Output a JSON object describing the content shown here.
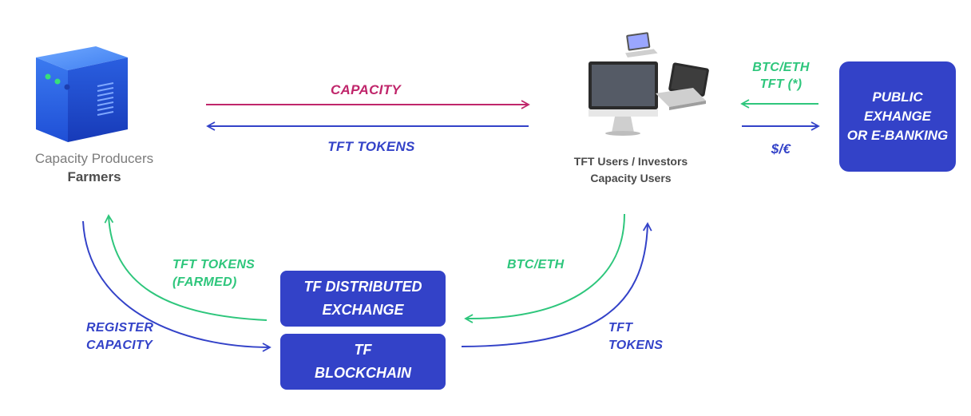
{
  "producer": {
    "title": "Capacity Producers",
    "subtitle": "Farmers"
  },
  "users": {
    "title": "TFT Users / Investors",
    "subtitle": "Capacity Users"
  },
  "public_exchange": {
    "line1": "PUBLIC",
    "line2": "EXHANGE",
    "line3": "OR E-BANKING"
  },
  "dex_box": {
    "line1": "TF DISTRIBUTED",
    "line2": "EXCHANGE"
  },
  "chain_box": {
    "line1": "TF",
    "line2": "BLOCKCHAIN"
  },
  "flows": {
    "capacity": "CAPACITY",
    "tft_tokens_top": "TFT TOKENS",
    "btc_eth_tft_1": "BTC/ETH",
    "btc_eth_tft_2": "TFT (*)",
    "fiat": "$/€",
    "tft_farmed_1": "TFT TOKENS",
    "tft_farmed_2": "(FARMED)",
    "register_1": "REGISTER",
    "register_2": "CAPACITY",
    "btc_eth_low": "BTC/ETH",
    "tft_tokens_low_1": "TFT",
    "tft_tokens_low_2": "TOKENS"
  },
  "colors": {
    "blue": "#3342c8",
    "magenta": "#c0266b",
    "green": "#2ec67c"
  }
}
